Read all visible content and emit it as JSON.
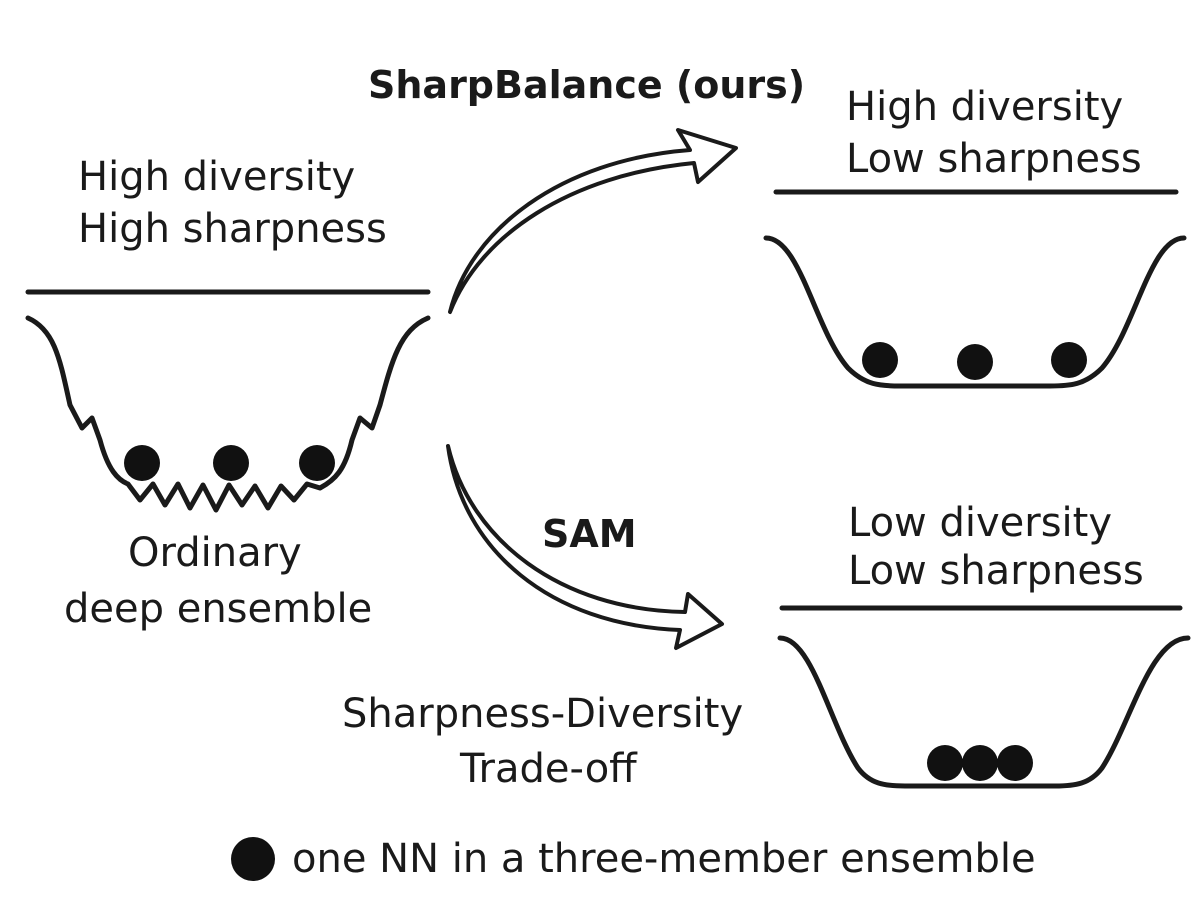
{
  "title": "SharpBalance (ours)",
  "sam_label": "SAM",
  "left": {
    "top_line1": "High diversity",
    "top_line2": "High sharpness",
    "bottom_line1": "Ordinary",
    "bottom_line2": "deep ensemble"
  },
  "top_right": {
    "line1": "High diversity",
    "line2": "Low sharpness"
  },
  "bottom_right": {
    "line1": "Low diversity",
    "line2": "Low sharpness"
  },
  "tradeoff": {
    "line1": "Sharpness-Diversity",
    "line2": "Trade-off"
  },
  "legend": {
    "text": "one NN in a three-member ensemble"
  }
}
